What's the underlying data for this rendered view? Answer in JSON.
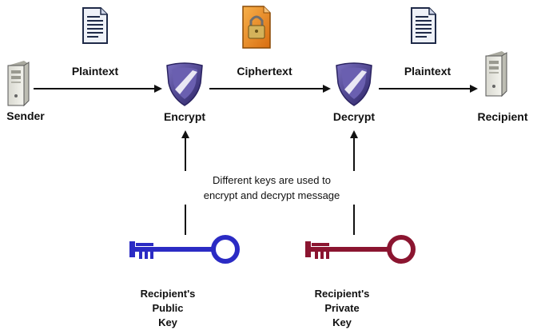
{
  "nodes": {
    "sender": "Sender",
    "encrypt": "Encrypt",
    "decrypt": "Decrypt",
    "recipient": "Recipient"
  },
  "flow_labels": {
    "plaintext_in": "Plaintext",
    "ciphertext": "Ciphertext",
    "plaintext_out": "Plaintext"
  },
  "note": {
    "line1": "Different keys are used to",
    "line2": "encrypt and decrypt message"
  },
  "keys": {
    "public": {
      "line1": "Recipient's",
      "line2": "Public",
      "line3": "Key",
      "color": "#2b2bc4"
    },
    "private": {
      "line1": "Recipient's",
      "line2": "Private",
      "line3": "Key",
      "color": "#8b1530"
    }
  },
  "colors": {
    "arrow": "#111111",
    "shield": "#4a3f8e",
    "lock_doc": "#e8891c"
  },
  "icons": {
    "sender": "computer-tower-icon",
    "recipient": "computer-tower-icon",
    "encrypt": "shield-icon",
    "decrypt": "shield-icon",
    "plaintext": "document-icon",
    "ciphertext": "locked-document-icon",
    "public_key": "key-icon",
    "private_key": "key-icon"
  }
}
